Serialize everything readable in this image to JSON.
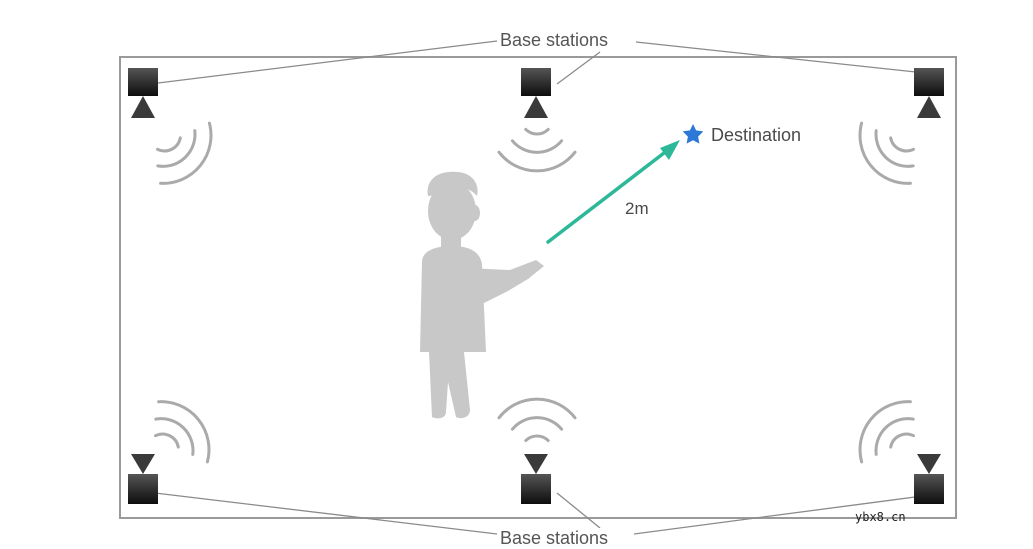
{
  "labels": {
    "base_stations_top": "Base stations",
    "base_stations_bottom": "Base stations",
    "destination": "Destination",
    "distance": "2m"
  },
  "watermark": "ybx8.cn",
  "icons": {
    "base_station": "base-station-icon",
    "signal": "signal-waves-icon",
    "person": "person-pointing-icon",
    "destination": "star-icon"
  },
  "colors": {
    "frame": "#9a9a9a",
    "station_dark": "#1a1a1a",
    "waves": "#aaaaaa",
    "person": "#c8c8c8",
    "arrow": "#2eb89a",
    "star": "#2b78d6"
  }
}
